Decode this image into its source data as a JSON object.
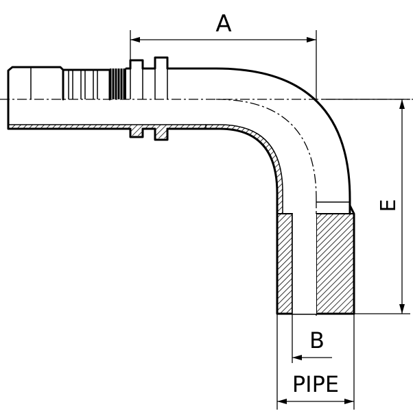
{
  "drawing": {
    "type": "90-degree elbow hose fitting, sectional view",
    "dimensions": {
      "a_label": "A",
      "b_label": "B",
      "e_label": "E",
      "pipe_label": "PIPE"
    },
    "colors": {
      "line": "#000000",
      "hatch": "#000000",
      "background": "#ffffff"
    }
  }
}
